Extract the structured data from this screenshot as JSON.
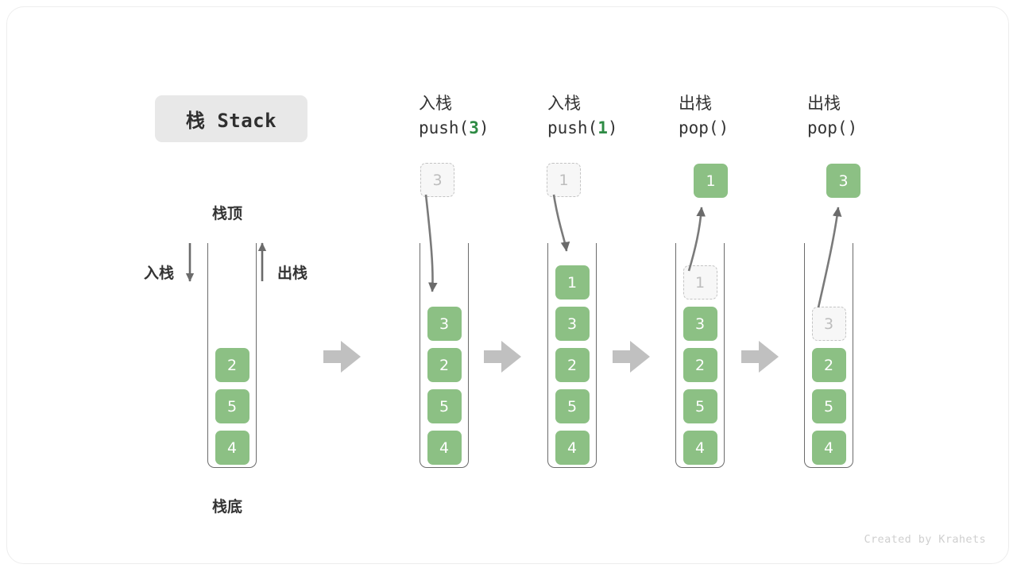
{
  "title": {
    "text": "栈 Stack"
  },
  "labels": {
    "top": "栈顶",
    "bottom": "栈底",
    "push": "入栈",
    "pop": "出栈"
  },
  "colors": {
    "element_green": "#8cc084",
    "code_arg_green": "#2e8b44",
    "chip_gray": "#e8e8e8",
    "ghost_border": "#c4c4c4",
    "arrow_gray": "#6b6b6b",
    "step_arrow_gray": "#c0c0c0",
    "credit_gray": "#cfcfcf"
  },
  "stages": [
    {
      "id": "initial",
      "caption_cn": "",
      "caption_code": "",
      "code_prefix": "",
      "code_arg": "",
      "code_suffix": "",
      "float_cell": null,
      "cells": [
        {
          "value": "4",
          "state": "filled"
        },
        {
          "value": "5",
          "state": "filled"
        },
        {
          "value": "2",
          "state": "filled"
        }
      ]
    },
    {
      "id": "push-3",
      "caption_cn": "入栈",
      "code_prefix": "push(",
      "code_arg": "3",
      "code_suffix": ")",
      "float_cell": {
        "value": "3",
        "state": "ghost"
      },
      "cells": [
        {
          "value": "4",
          "state": "filled"
        },
        {
          "value": "5",
          "state": "filled"
        },
        {
          "value": "2",
          "state": "filled"
        },
        {
          "value": "3",
          "state": "filled"
        }
      ]
    },
    {
      "id": "push-1",
      "caption_cn": "入栈",
      "code_prefix": "push(",
      "code_arg": "1",
      "code_suffix": ")",
      "float_cell": {
        "value": "1",
        "state": "ghost"
      },
      "cells": [
        {
          "value": "4",
          "state": "filled"
        },
        {
          "value": "5",
          "state": "filled"
        },
        {
          "value": "2",
          "state": "filled"
        },
        {
          "value": "3",
          "state": "filled"
        },
        {
          "value": "1",
          "state": "filled"
        }
      ]
    },
    {
      "id": "pop-1",
      "caption_cn": "出栈",
      "code_prefix": "pop(",
      "code_arg": "",
      "code_suffix": ")",
      "float_cell": {
        "value": "1",
        "state": "filled"
      },
      "cells": [
        {
          "value": "4",
          "state": "filled"
        },
        {
          "value": "5",
          "state": "filled"
        },
        {
          "value": "2",
          "state": "filled"
        },
        {
          "value": "3",
          "state": "filled"
        },
        {
          "value": "1",
          "state": "ghost"
        }
      ]
    },
    {
      "id": "pop-3",
      "caption_cn": "出栈",
      "code_prefix": "pop(",
      "code_arg": "",
      "code_suffix": ")",
      "float_cell": {
        "value": "3",
        "state": "filled"
      },
      "cells": [
        {
          "value": "4",
          "state": "filled"
        },
        {
          "value": "5",
          "state": "filled"
        },
        {
          "value": "2",
          "state": "filled"
        },
        {
          "value": "3",
          "state": "ghost"
        }
      ]
    }
  ],
  "footer": {
    "credit": "Created by Krahets"
  }
}
